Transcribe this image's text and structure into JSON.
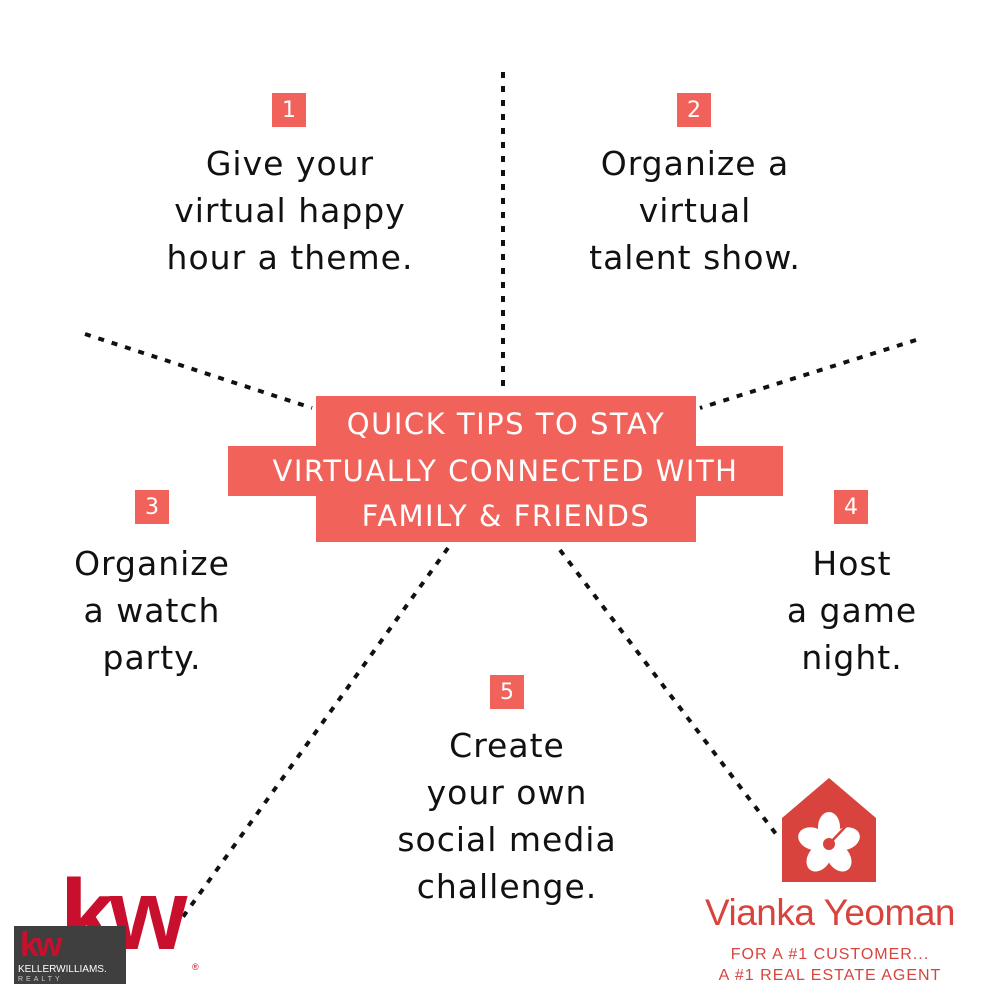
{
  "title": {
    "lines": [
      "QUICK TIPS TO STAY",
      "VIRTUALLY CONNECTED WITH",
      "FAMILY & FRIENDS"
    ]
  },
  "tips": [
    {
      "number": "1",
      "text": "Give your\nvirtual happy\nhour a theme."
    },
    {
      "number": "2",
      "text": "Organize a\nvirtual\ntalent show."
    },
    {
      "number": "3",
      "text": "Organize\na watch\nparty."
    },
    {
      "number": "4",
      "text": "Host\na game\nnight."
    },
    {
      "number": "5",
      "text": "Create\nyour own\nsocial media\nchallenge."
    }
  ],
  "agent": {
    "name": "Vianka Yeoman",
    "slogan_line1": "FOR A #1 CUSTOMER...",
    "slogan_line2": "A #1 REAL ESTATE AGENT"
  },
  "brokerage": {
    "letters": "kw",
    "name": "KELLERWILLIAMS.",
    "sub": "REALTY",
    "registered": "®"
  },
  "colors": {
    "accent": "#f0625a",
    "brand_red": "#c8102e",
    "agent_red": "#d8433d",
    "dotted_lines": "#111111"
  }
}
